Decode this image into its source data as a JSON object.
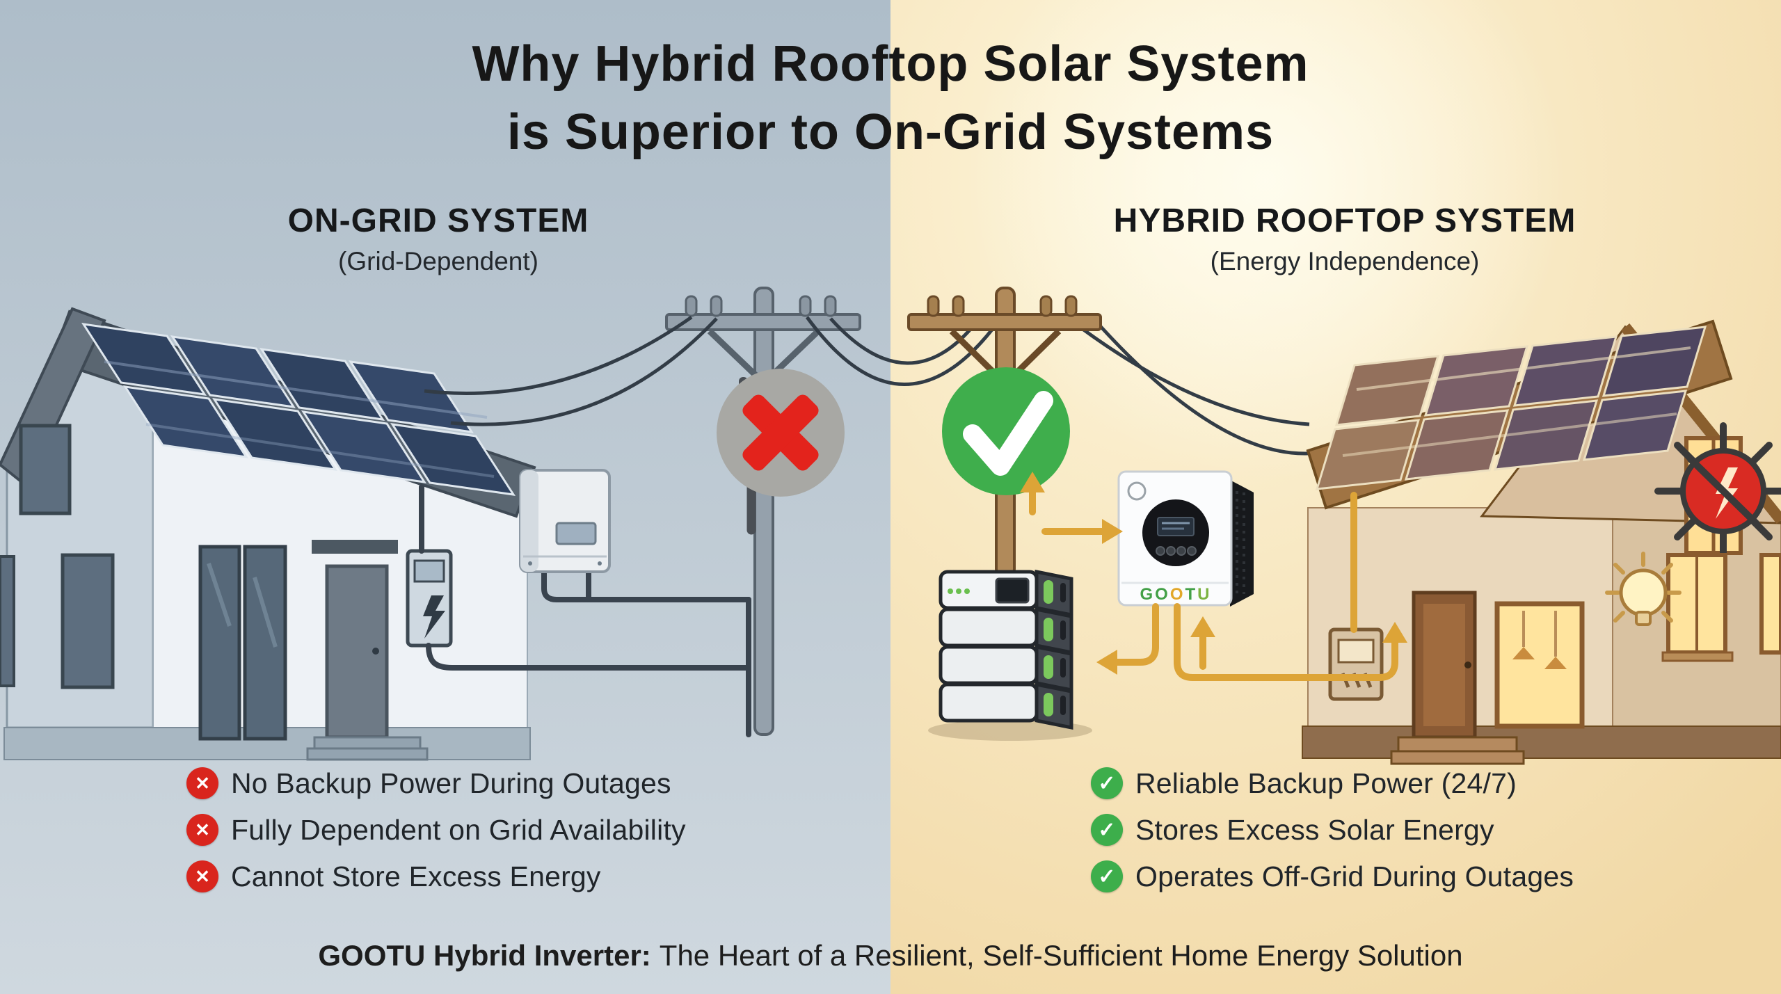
{
  "title": {
    "line1": "Why Hybrid Rooftop Solar System",
    "line2": "is Superior to On-Grid Systems"
  },
  "left_section": {
    "heading": "ON-GRID SYSTEM",
    "subheading": "(Grid-Dependent)",
    "status_icon": "red-x-circle",
    "cons": [
      {
        "icon": "red-x-circle",
        "text": "No Backup Power During Outages"
      },
      {
        "icon": "red-x-circle",
        "text": "Fully Dependent on Grid Availability"
      },
      {
        "icon": "red-x-circle",
        "text": "Cannot Store Excess Energy"
      }
    ]
  },
  "right_section": {
    "heading": "HYBRID ROOFTOP SYSTEM",
    "subheading": "(Energy Independence)",
    "status_icon": "green-check-circle",
    "pros": [
      {
        "icon": "green-check-circle",
        "text": "Reliable Backup Power (24/7)"
      },
      {
        "icon": "green-check-circle",
        "text": "Stores Excess Solar Energy"
      },
      {
        "icon": "green-check-circle",
        "text": "Operates Off-Grid During Outages"
      }
    ],
    "inverter_brand": {
      "l0": "G",
      "l1": "O",
      "l2": "O",
      "l3": "T",
      "l4": "U"
    }
  },
  "footer": {
    "highlight": "GOOTU Hybrid Inverter:",
    "text": "The Heart of a Resilient, Self-Sufficient Home Energy Solution"
  },
  "colors": {
    "left_background": "#b7c4d0",
    "right_background": "#f6e2b6",
    "negative_red": "#d9251d",
    "positive_green": "#3dae4b",
    "wire_yellow": "#dda437",
    "wire_dark": "#39434e",
    "brand_green": "#43a047",
    "brand_yellow": "#e2a82a"
  }
}
